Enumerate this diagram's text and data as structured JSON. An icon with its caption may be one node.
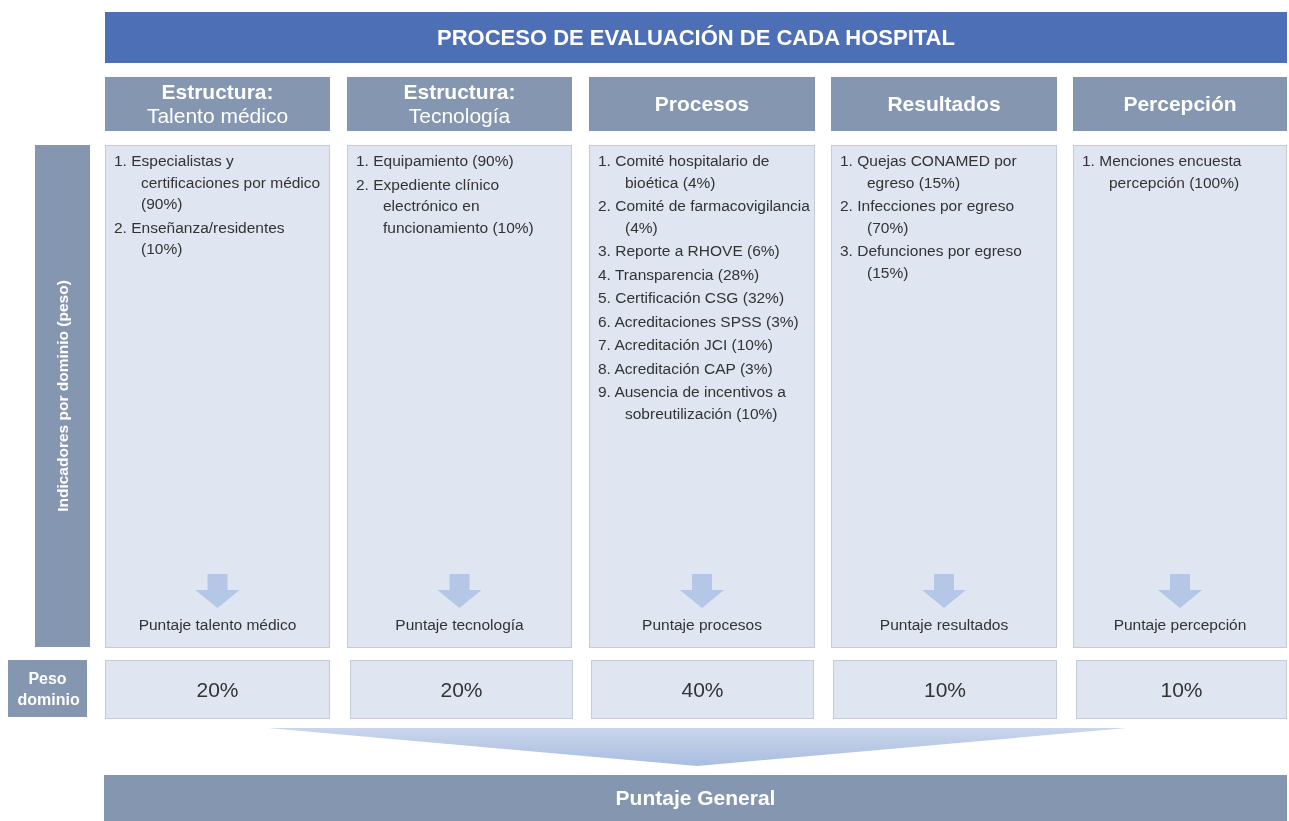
{
  "diagram": {
    "nodes": [
      {
        "text": [
          "PROCESO DE EVALUACIÓN DE CADA HOSPITAL"
        ]
      },
      {
        "text": [
          "Estructura:",
          "Talento médico"
        ]
      },
      {
        "text": [
          "Estructura:",
          "Tecnología"
        ]
      },
      {
        "text": [
          "Procesos"
        ]
      },
      {
        "text": [
          "Resultados"
        ]
      },
      {
        "text": [
          "Percepción"
        ]
      },
      {
        "text": [
          "Indicadores por dominio (peso)"
        ]
      },
      {
        "text": [],
        "shape": "box"
      },
      {
        "text": [
          "1. Especialistas y certificaciones por médico (90%)",
          "2. Enseñanza/residentes (10%)"
        ],
        "in": 7
      },
      {
        "text": [
          "Puntaje talento médico"
        ],
        "in": 7
      },
      {
        "text": [],
        "shape": "box"
      },
      {
        "text": [
          "1. Equipamiento (90%)",
          "2. Expediente clínico electrónico en funcionamiento (10%)"
        ],
        "in": 10
      },
      {
        "text": [
          "Puntaje tecnología"
        ],
        "in": 10
      },
      {
        "text": [],
        "shape": "box"
      },
      {
        "text": [
          "1. Comité hospitalario de bioética (4%)",
          "2. Comité de farmacovigilancia (4%)",
          "3. Reporte a RHOVE (6%)",
          "4. Transparencia (28%)",
          "5. Certificación CSG (32%)",
          "6. Acreditaciones SPSS (3%)",
          "7. Acreditación JCI (10%)",
          "8. Acreditación CAP (3%)",
          "9. Ausencia de incentivos a sobreutilización (10%)"
        ],
        "in": 13
      },
      {
        "text": [
          "Puntaje procesos"
        ],
        "in": 13
      },
      {
        "text": [],
        "shape": "box"
      },
      {
        "text": [
          "1. Quejas CONAMED por egreso (15%)",
          "2. Infecciones por egreso (70%)",
          "3. Defunciones por egreso (15%)"
        ],
        "in": 16
      },
      {
        "text": [
          "Puntaje resultados"
        ],
        "in": 16
      },
      {
        "text": [],
        "shape": "box"
      },
      {
        "text": [
          "1. Menciones encuesta percepción (100%)"
        ],
        "in": 19
      },
      {
        "text": [
          "Puntaje percepción"
        ],
        "in": 19
      },
      {
        "text": [
          "Peso dominio"
        ]
      },
      {
        "text": [
          "20%"
        ]
      },
      {
        "text": [
          "20%"
        ]
      },
      {
        "text": [
          "40%"
        ]
      },
      {
        "text": [
          "10%"
        ]
      },
      {
        "text": [
          "10%"
        ]
      },
      {
        "text": [
          "Puntaje General"
        ]
      }
    ],
    "edges": [
      {
        "from": 8,
        "to": 9,
        "arrow": "to"
      },
      {
        "from": 11,
        "to": 12,
        "arrow": "to"
      },
      {
        "from": 14,
        "to": 15,
        "arrow": "to"
      },
      {
        "from": 17,
        "to": 18,
        "arrow": "to"
      },
      {
        "from": 20,
        "to": 21,
        "arrow": "to"
      }
    ]
  }
}
